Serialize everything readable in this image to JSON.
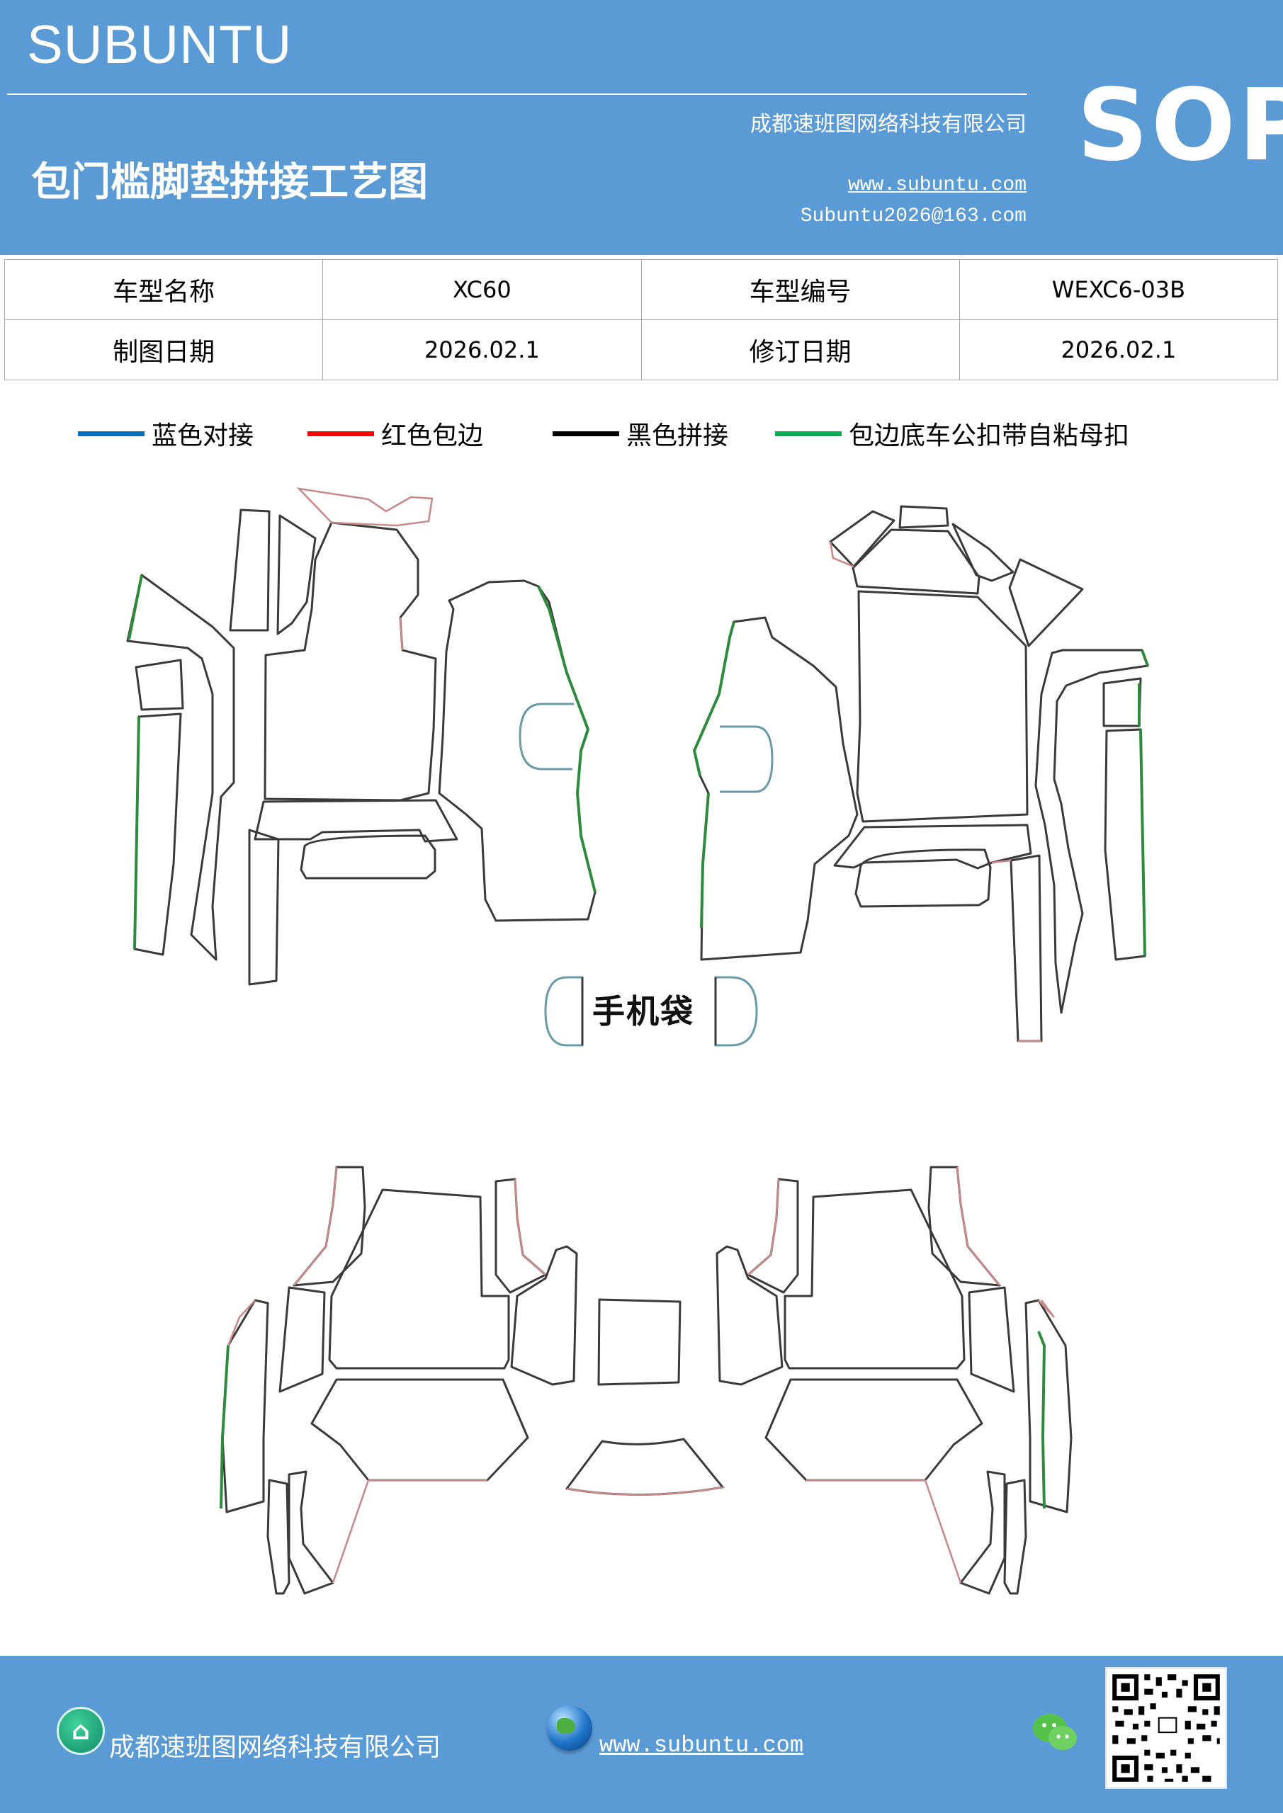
{
  "header": {
    "brand": "SUBUNTU",
    "company": "成都速班图网络科技有限公司",
    "title": "包门槛脚垫拼接工艺图",
    "website": "www.subuntu.com",
    "email": "Subuntu2026@163.com",
    "badge": "SOP"
  },
  "info_table": {
    "rows": [
      {
        "label1": "车型名称",
        "value1": "XC60",
        "label2": "车型编号",
        "value2": "WEXC6-03B"
      },
      {
        "label1": "制图日期",
        "value1": "2026.02.1",
        "label2": "修订日期",
        "value2": "2026.02.1"
      }
    ]
  },
  "legend": [
    {
      "label": "蓝色对接",
      "color": "#0070c0"
    },
    {
      "label": "红色包边",
      "color": "#ff0000"
    },
    {
      "label": "黑色拼接",
      "color": "#000000"
    },
    {
      "label": "包边底车公扣带自粘母扣",
      "color": "#00b050"
    }
  ],
  "diagram": {
    "phone_pocket_label": "手机袋",
    "edge_colors": {
      "outline": "#3a3a3a",
      "binding": "#c88a8a",
      "fastener": "#2e8b3e",
      "butt_joint": "#6a9aa8"
    }
  },
  "footer": {
    "company": "成都速班图网络科技有限公司",
    "website": "www.subuntu.com",
    "icons": [
      "building-icon",
      "globe-icon",
      "wechat-icon",
      "qr-code"
    ]
  }
}
